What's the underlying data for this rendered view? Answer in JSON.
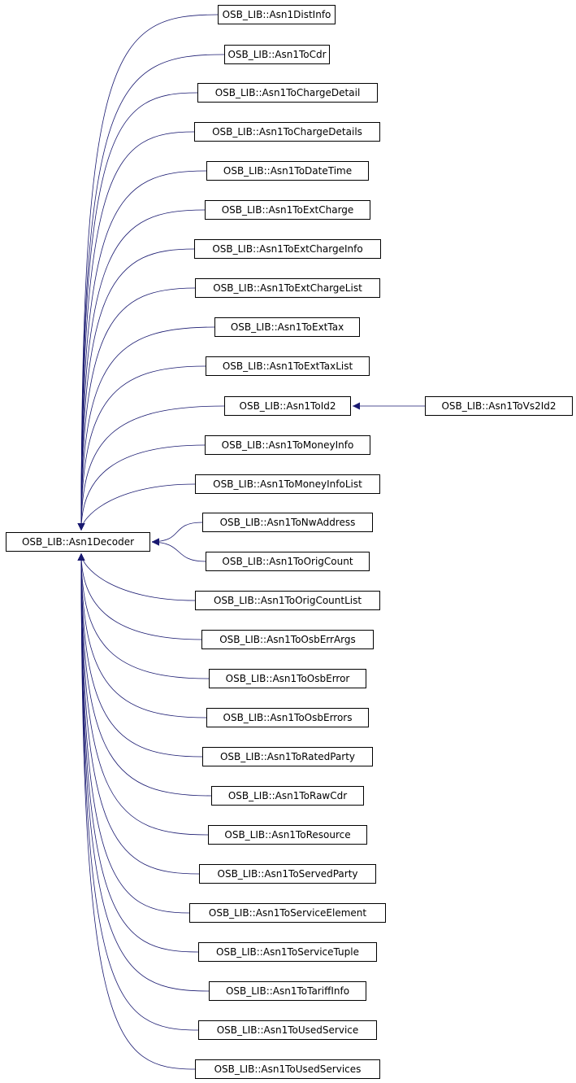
{
  "colors": {
    "edge": "#191970",
    "node_border": "#000000",
    "node_fill": "#ffffff",
    "text": "#000000"
  },
  "nodes": {
    "decoder": "OSB_LIB::Asn1Decoder",
    "vs2id2": "OSB_LIB::Asn1ToVs2Id2",
    "children": [
      "OSB_LIB::Asn1DistInfo",
      "OSB_LIB::Asn1ToCdr",
      "OSB_LIB::Asn1ToChargeDetail",
      "OSB_LIB::Asn1ToChargeDetails",
      "OSB_LIB::Asn1ToDateTime",
      "OSB_LIB::Asn1ToExtCharge",
      "OSB_LIB::Asn1ToExtChargeInfo",
      "OSB_LIB::Asn1ToExtChargeList",
      "OSB_LIB::Asn1ToExtTax",
      "OSB_LIB::Asn1ToExtTaxList",
      "OSB_LIB::Asn1ToId2",
      "OSB_LIB::Asn1ToMoneyInfo",
      "OSB_LIB::Asn1ToMoneyInfoList",
      "OSB_LIB::Asn1ToNwAddress",
      "OSB_LIB::Asn1ToOrigCount",
      "OSB_LIB::Asn1ToOrigCountList",
      "OSB_LIB::Asn1ToOsbErrArgs",
      "OSB_LIB::Asn1ToOsbError",
      "OSB_LIB::Asn1ToOsbErrors",
      "OSB_LIB::Asn1ToRatedParty",
      "OSB_LIB::Asn1ToRawCdr",
      "OSB_LIB::Asn1ToResource",
      "OSB_LIB::Asn1ToServedParty",
      "OSB_LIB::Asn1ToServiceElement",
      "OSB_LIB::Asn1ToServiceTuple",
      "OSB_LIB::Asn1ToTariffInfo",
      "OSB_LIB::Asn1ToUsedService",
      "OSB_LIB::Asn1ToUsedServices"
    ]
  }
}
